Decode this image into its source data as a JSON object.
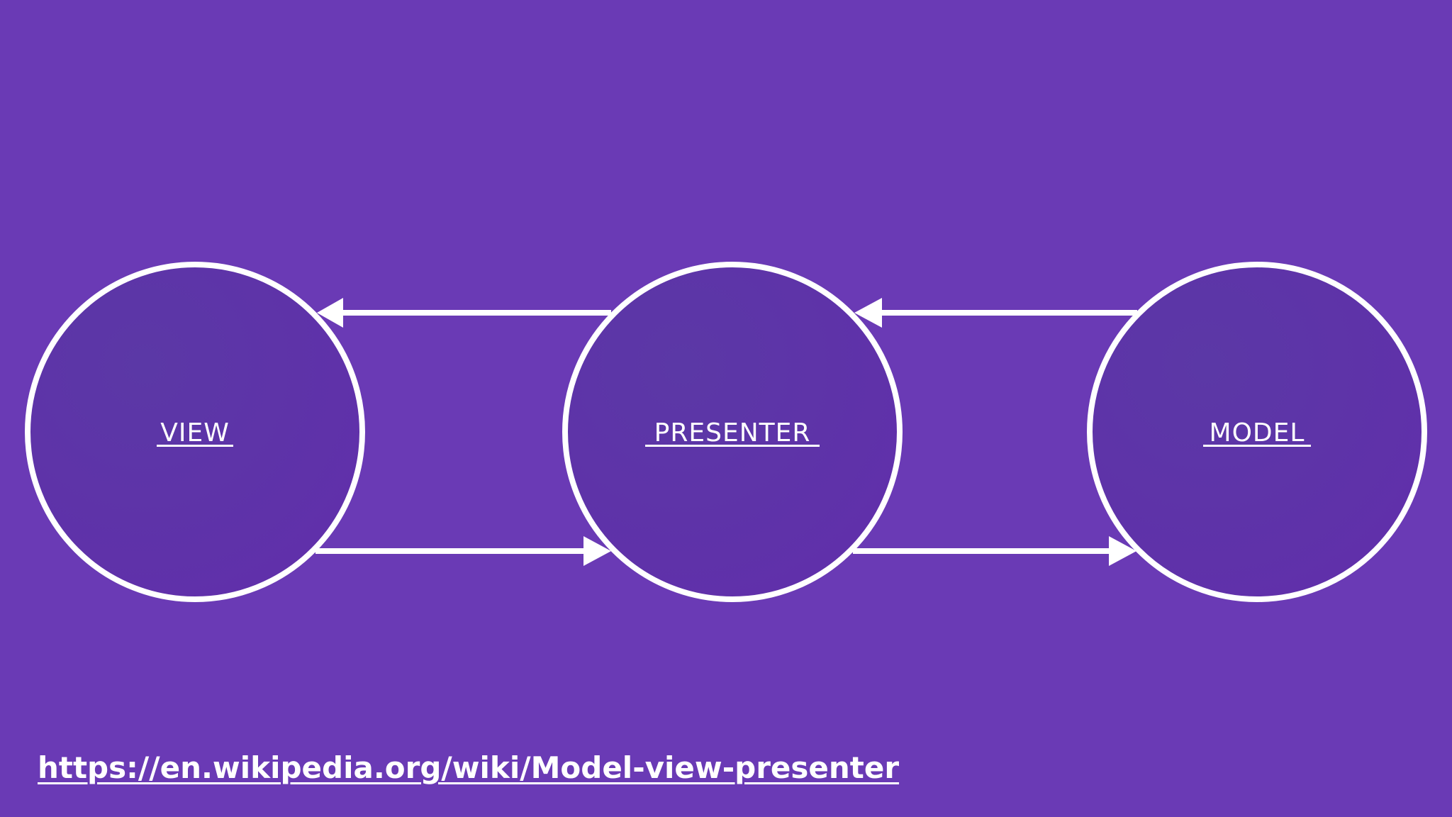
{
  "colors": {
    "background": "#6a3ab5",
    "node_fill": "#5e33a8",
    "stroke": "#ffffff",
    "text": "#ffffff"
  },
  "nodes": [
    {
      "id": "view",
      "label": "VIEW"
    },
    {
      "id": "presenter",
      "label": "PRESENTER"
    },
    {
      "id": "model",
      "label": "MODEL"
    }
  ],
  "edges": [
    {
      "from": "presenter",
      "to": "view"
    },
    {
      "from": "view",
      "to": "presenter"
    },
    {
      "from": "model",
      "to": "presenter"
    },
    {
      "from": "presenter",
      "to": "model"
    }
  ],
  "link": {
    "text": "https://en.wikipedia.org/wiki/Model-view-presenter"
  }
}
